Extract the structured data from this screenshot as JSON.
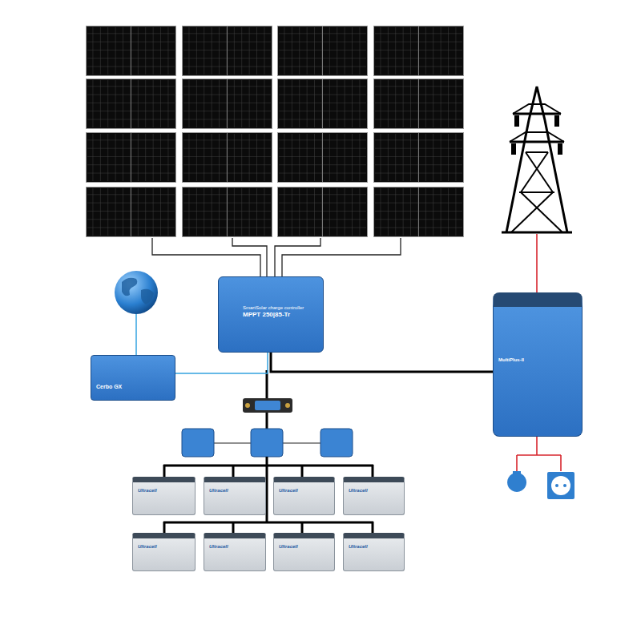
{
  "diagram": {
    "nodes": [
      {
        "text": [
          "SmartSolar charge controller",
          "MPPT 250|85-Tr"
        ]
      },
      {
        "text": [
          "Cerbo GX"
        ]
      },
      {
        "text": [
          "MultiPlus-II"
        ]
      },
      {
        "text": [
          "Ultracell"
        ]
      },
      {
        "text": [
          "Ultracell"
        ]
      },
      {
        "text": [
          "Ultracell"
        ]
      },
      {
        "text": [
          "Ultracell"
        ]
      },
      {
        "text": [
          "Ultracell"
        ]
      },
      {
        "text": [
          "Ultracell"
        ]
      },
      {
        "text": [
          "Ultracell"
        ]
      },
      {
        "text": [
          "Ultracell"
        ]
      }
    ],
    "edges": [
      {
        "from": 1,
        "to": 0,
        "arrow": "none"
      },
      {
        "from": 0,
        "to": 2,
        "arrow": "none"
      }
    ]
  }
}
